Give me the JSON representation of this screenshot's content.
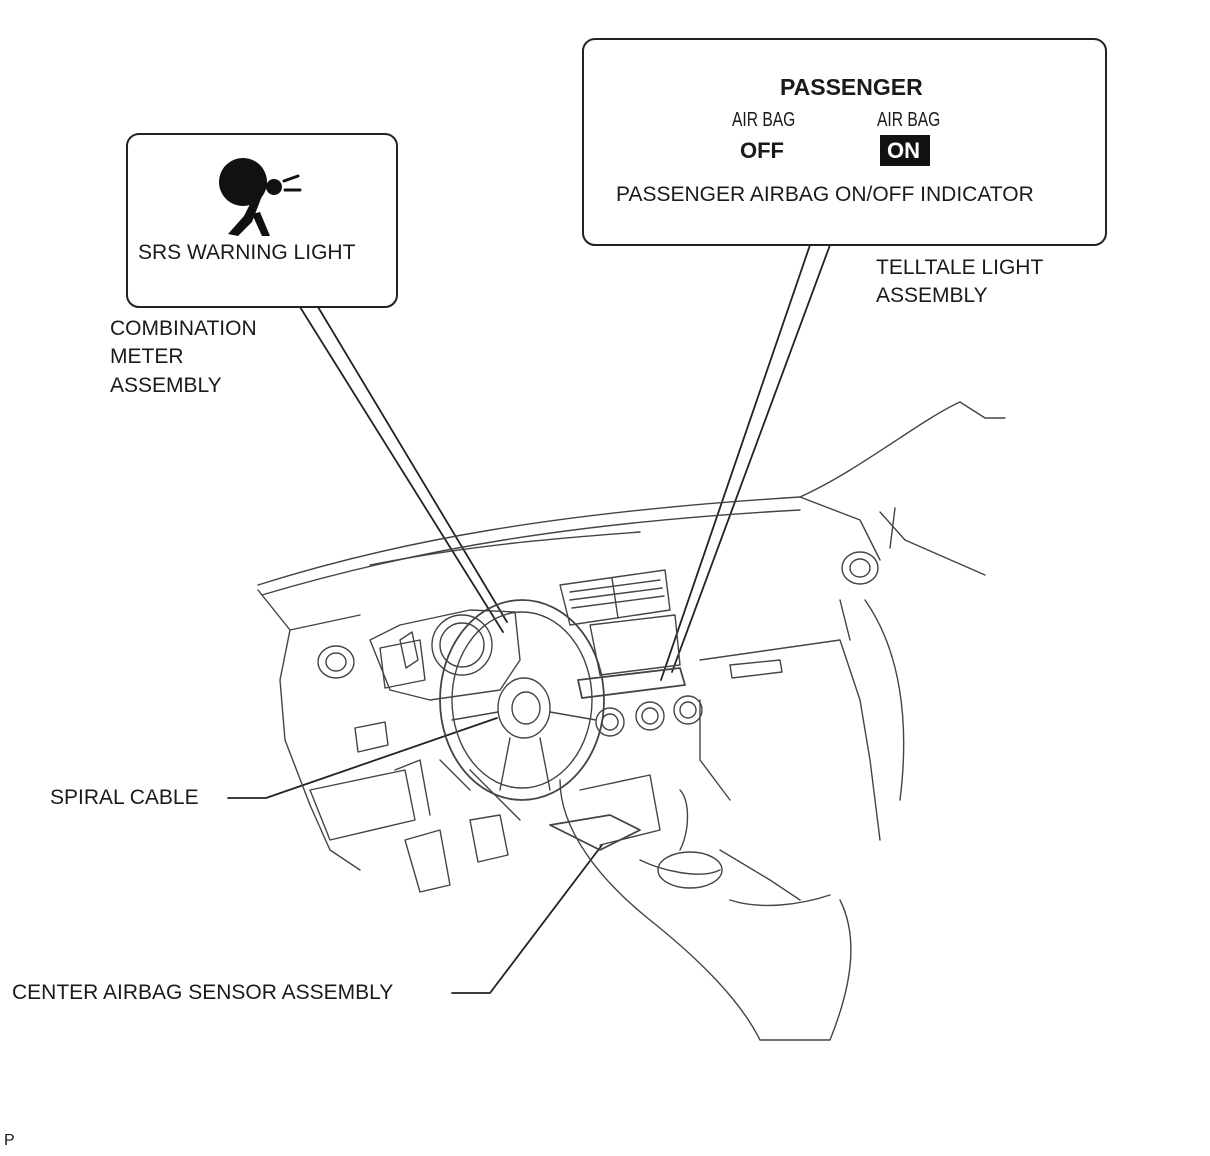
{
  "callouts": {
    "srs": {
      "label": "SRS WARNING LIGHT"
    },
    "passenger": {
      "title": "PASSENGER",
      "off_top": "AIR BAG",
      "off_state": "OFF",
      "on_top": "AIR BAG",
      "on_state": "ON",
      "caption": "PASSENGER AIRBAG ON/OFF INDICATOR"
    }
  },
  "labels": {
    "combination_meter": [
      "COMBINATION",
      "METER",
      "ASSEMBLY"
    ],
    "telltale": [
      "TELLTALE LIGHT",
      "ASSEMBLY"
    ],
    "spiral_cable": "SPIRAL CABLE",
    "center_airbag_sensor": "CENTER AIRBAG SENSOR ASSEMBLY"
  },
  "footer_code": "P"
}
